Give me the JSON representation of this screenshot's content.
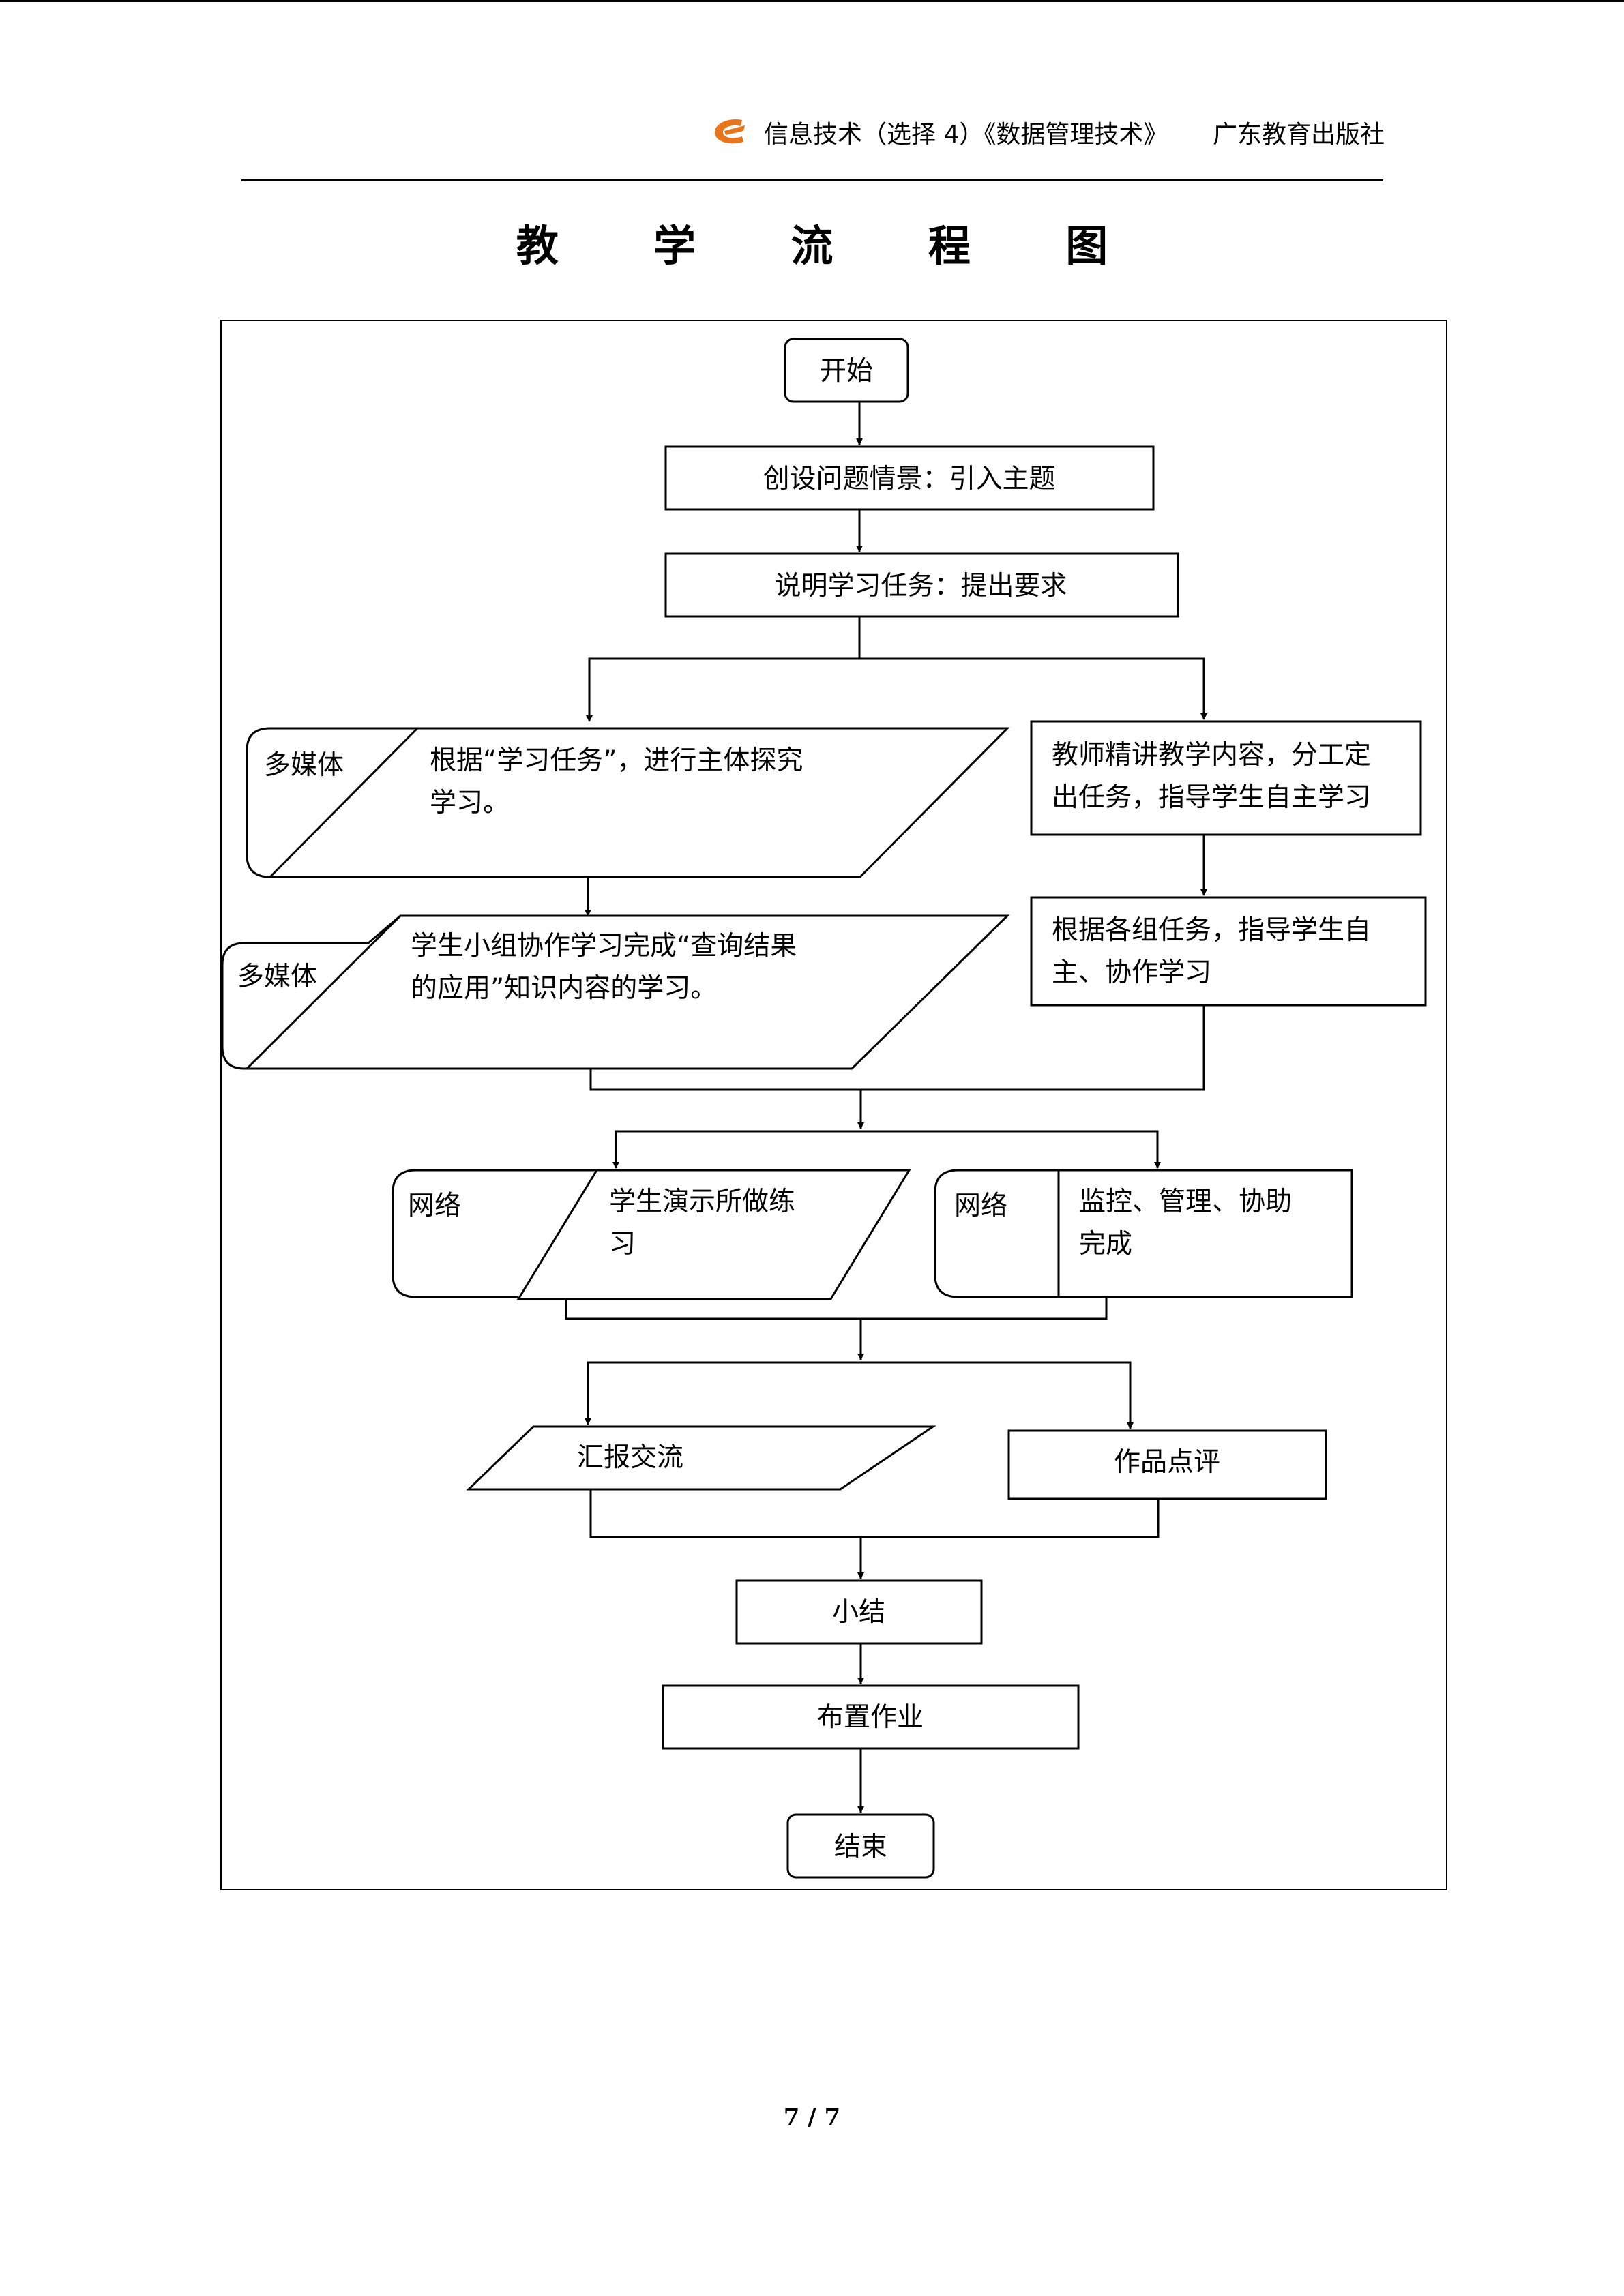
{
  "header": {
    "book_title": "信息技术（选择 4）《数据管理技术》",
    "publisher": "广东教育出版社",
    "logo_color": "#e8751a"
  },
  "title": "教 学 流 程 图",
  "flowchart": {
    "start": "开始",
    "step1": "创设问题情景：引入主题",
    "step2": "说明学习任务：提出要求",
    "left1": {
      "tag": "多媒体",
      "lines": [
        "根据“学习任务”，进行主体探究",
        "学习。"
      ]
    },
    "left2": {
      "tag": "多媒体",
      "lines": [
        "学生小组协作学习完成“查询结果",
        "的应用”知识内容的学习。"
      ]
    },
    "right1": {
      "lines": [
        "教师精讲教学内容，分工定",
        "出任务，指导学生自主学习"
      ]
    },
    "right2": {
      "lines": [
        "根据各组任务，指导学生自",
        "主、协作学习"
      ]
    },
    "net_left": {
      "tag": "网络",
      "lines": [
        "学生演示所做练",
        "习"
      ]
    },
    "net_right": {
      "tag": "网络",
      "lines": [
        "监控、管理、协助",
        "完成"
      ]
    },
    "report": "汇报交流",
    "review": "作品点评",
    "summary": "小结",
    "homework": "布置作业",
    "end": "结束"
  },
  "footer": {
    "page": "7 / 7"
  }
}
